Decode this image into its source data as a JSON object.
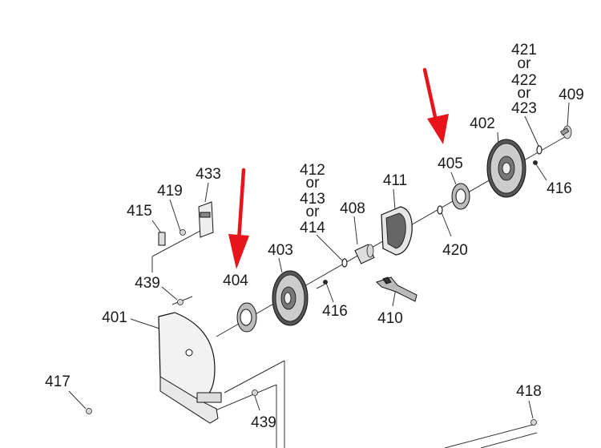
{
  "labels": {
    "l421": "421",
    "or1": "or",
    "l422": "422",
    "or2": "or",
    "l423": "423",
    "l409": "409",
    "l402": "402",
    "l405": "405",
    "l416a": "416",
    "l411": "411",
    "l412": "412",
    "or3": "or",
    "l413": "413",
    "or4": "or",
    "l414": "414",
    "l408": "408",
    "l420": "420",
    "l433": "433",
    "l419": "419",
    "l415": "415",
    "l403": "403",
    "l439a": "439",
    "l404": "404",
    "l416b": "416",
    "l410": "410",
    "l401": "401",
    "l417": "417",
    "l439b": "439",
    "l418": "418"
  },
  "colors": {
    "arrow": "#e8141b",
    "line": "#333333",
    "text": "#1a1a1a"
  }
}
